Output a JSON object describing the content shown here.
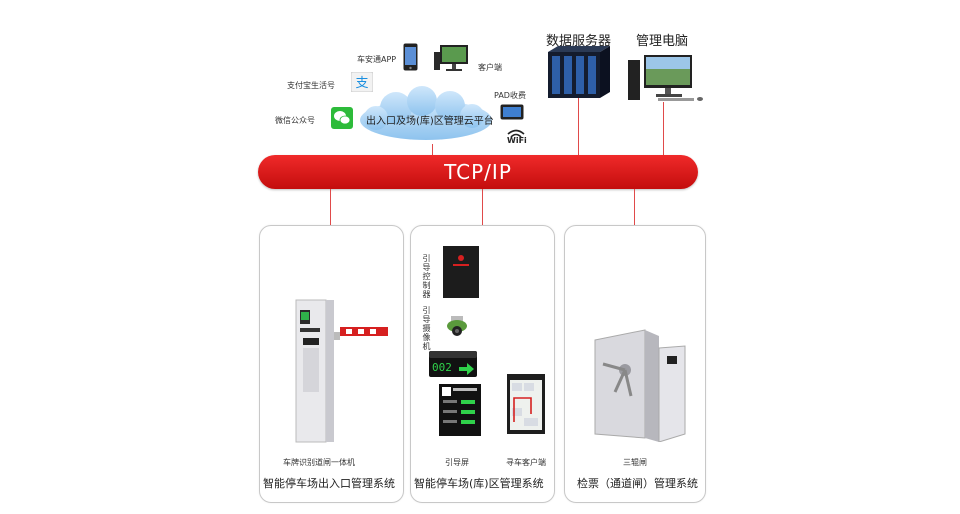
{
  "bus": {
    "label": "TCP/IP"
  },
  "cloud": {
    "label": "出入口及场(库)区管理云平台"
  },
  "top": {
    "app_label": "车安通APP",
    "alipay_label": "支付宝生活号",
    "wechat_label": "微信公众号",
    "client_label": "客户端",
    "pad_label": "PAD收费",
    "wifi_label": "WiFi",
    "server_title": "数据服务器",
    "pc_title": "管理电脑"
  },
  "panels": {
    "left": {
      "device_label": "车牌识别道闸一体机",
      "title": "智能停车场出入口管理系统"
    },
    "middle": {
      "controller_label": "引导控制器",
      "camera_label": "引导摄像机",
      "screen_label": "引导屏",
      "finder_label": "寻车客户端",
      "title": "智能停车场(库)区管理系统",
      "led_text": "002"
    },
    "right": {
      "device_label": "三辊闸",
      "title": "检票（通道闸）管理系统"
    }
  }
}
